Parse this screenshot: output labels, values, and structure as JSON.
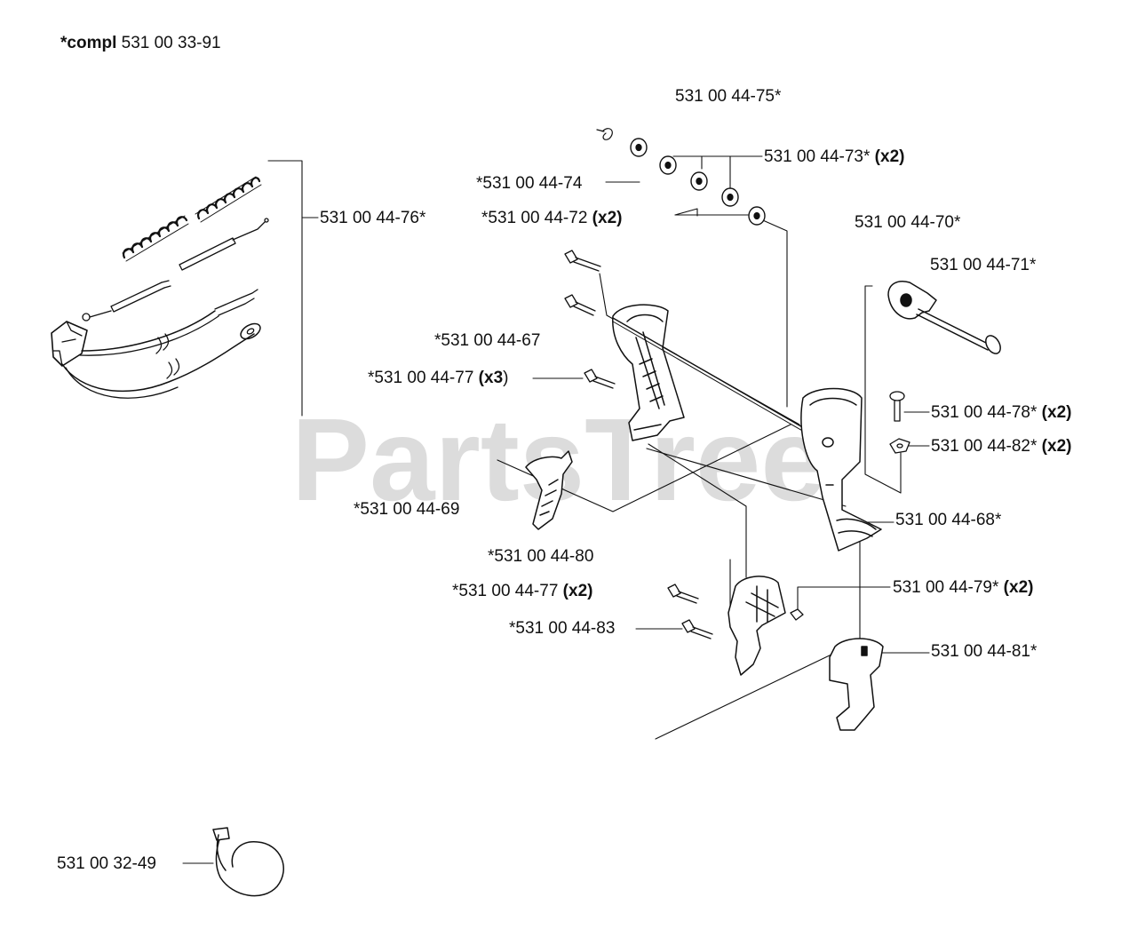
{
  "header": {
    "compl_prefix": "*compl",
    "compl_number": "531 00 33-91"
  },
  "watermark": {
    "text": "PartsTree",
    "mark": "™"
  },
  "labels": [
    {
      "id": "p75",
      "text": "531 00 44-75*",
      "qty": ""
    },
    {
      "id": "p73",
      "text": "531 00 44-73*",
      "qty": "(x2)"
    },
    {
      "id": "p74",
      "text": "*531 00 44-74",
      "qty": ""
    },
    {
      "id": "p72",
      "text": "*531 00 44-72",
      "qty": "(x2)"
    },
    {
      "id": "p76",
      "text": "531 00 44-76*",
      "qty": ""
    },
    {
      "id": "p70",
      "text": "531 00 44-70*",
      "qty": ""
    },
    {
      "id": "p71",
      "text": "531 00 44-71*",
      "qty": ""
    },
    {
      "id": "p67",
      "text": "*531 00 44-67",
      "qty": ""
    },
    {
      "id": "p77a",
      "text": "*531 00 44-77",
      "qty": "(x3",
      "suffix": ")"
    },
    {
      "id": "p78",
      "text": "531 00 44-78*",
      "qty": "(x2)"
    },
    {
      "id": "p82",
      "text": "531 00 44-82*",
      "qty": "(x2)"
    },
    {
      "id": "p69",
      "text": "*531 00 44-69",
      "qty": ""
    },
    {
      "id": "p68",
      "text": "531 00 44-68*",
      "qty": ""
    },
    {
      "id": "p80",
      "text": "*531 00 44-80",
      "qty": ""
    },
    {
      "id": "p77b",
      "text": "*531 00 44-77",
      "qty": "(x2)"
    },
    {
      "id": "p79",
      "text": "531 00 44-79*",
      "qty": "(x2)"
    },
    {
      "id": "p83",
      "text": "*531 00 44-83",
      "qty": ""
    },
    {
      "id": "p81",
      "text": "531 00 44-81*",
      "qty": ""
    },
    {
      "id": "p49",
      "text": "531 00 32-49",
      "qty": ""
    }
  ]
}
